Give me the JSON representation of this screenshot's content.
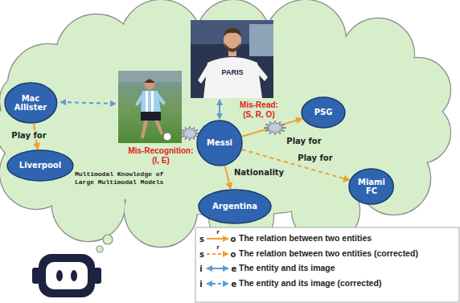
{
  "diagram": {
    "nodes": [
      {
        "text": [
          "Mac Allister"
        ]
      },
      {
        "text": [
          "Liverpool"
        ]
      },
      {
        "text": [
          "Messi"
        ]
      },
      {
        "text": [
          "PSG"
        ]
      },
      {
        "text": [
          "Miami FC"
        ]
      },
      {
        "text": [
          "Argentina"
        ]
      }
    ],
    "edges": [
      {
        "from": 0,
        "to": 1,
        "arrow": "to",
        "label": "Play for"
      },
      {
        "from": 2,
        "to": 3,
        "arrow": "to",
        "label": "Play for"
      },
      {
        "from": 2,
        "to": 4,
        "arrow": "to",
        "label": "Play for"
      },
      {
        "from": 2,
        "to": 5,
        "arrow": "to",
        "label": "Nationality"
      }
    ],
    "labels": [
      "Mis-Read:",
      "(S, R, O)",
      "Mis-Recognition:",
      "(I, E)",
      "Multimodal Knowledge of Large Multimodal Models",
      "PARIS",
      "s",
      "r",
      "o",
      "s",
      "r",
      "o",
      "i",
      "e",
      "i",
      "e"
    ],
    "legend": [
      {
        "text": "The relation between two entities"
      },
      {
        "text": "The relation between two entities (corrected)"
      },
      {
        "text": "The entity and its image"
      },
      {
        "text": "The entity and its image (corrected)"
      }
    ]
  }
}
